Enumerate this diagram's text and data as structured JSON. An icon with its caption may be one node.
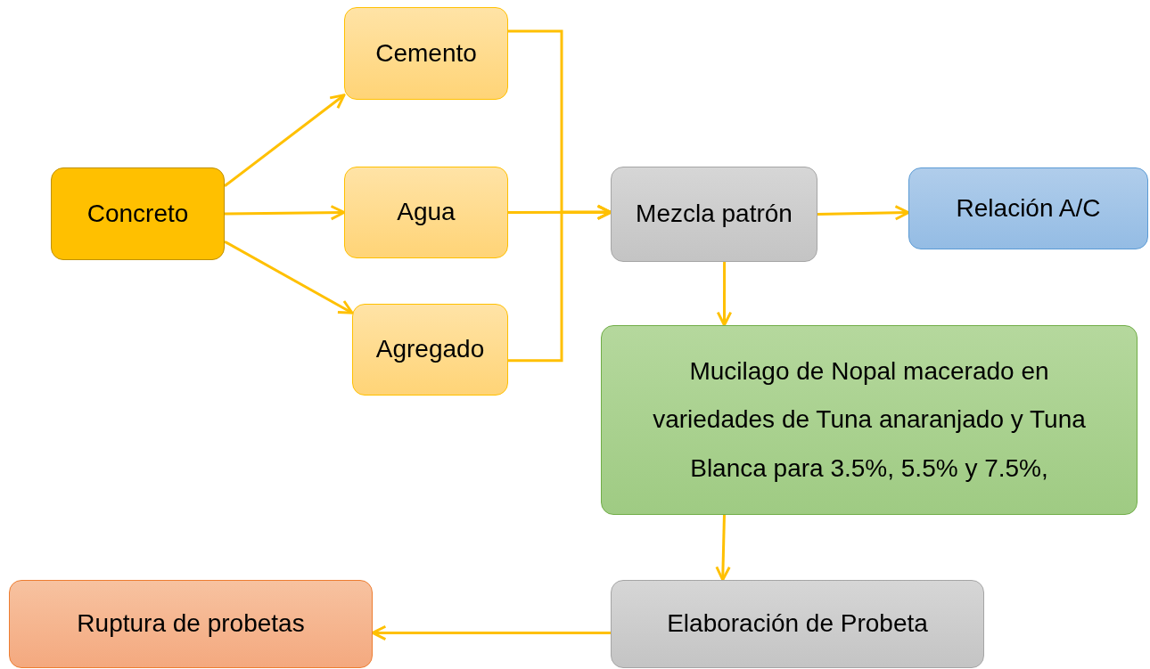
{
  "diagram": {
    "nodes": [
      {
        "text": [
          "Concreto"
        ]
      },
      {
        "text": [
          "Cemento"
        ]
      },
      {
        "text": [
          "Agua"
        ]
      },
      {
        "text": [
          "Agregado"
        ]
      },
      {
        "text": [
          "Mezcla patrón"
        ]
      },
      {
        "text": [
          "Relación A/C"
        ]
      },
      {
        "text": [
          "Mucilago de Nopal macerado en variedades de Tuna anaranjado y Tuna Blanca para 3.5%, 5.5% y 7.5%,"
        ]
      },
      {
        "text": [
          "Elaboración de Probeta"
        ]
      },
      {
        "text": [
          "Ruptura de probetas"
        ]
      }
    ],
    "edges": [
      {
        "from": 0,
        "to": 1,
        "arrow": "to"
      },
      {
        "from": 0,
        "to": 2,
        "arrow": "to"
      },
      {
        "from": 0,
        "to": 3,
        "arrow": "to"
      },
      {
        "from": 1,
        "to": 4,
        "arrow": "to"
      },
      {
        "from": 2,
        "to": 4,
        "arrow": "to"
      },
      {
        "from": 3,
        "to": 4,
        "arrow": "to"
      },
      {
        "from": 4,
        "to": 5,
        "arrow": "to"
      },
      {
        "from": 4,
        "to": 6,
        "arrow": "to"
      },
      {
        "from": 6,
        "to": 7,
        "arrow": "to"
      },
      {
        "from": 7,
        "to": 8,
        "arrow": "to"
      }
    ]
  }
}
